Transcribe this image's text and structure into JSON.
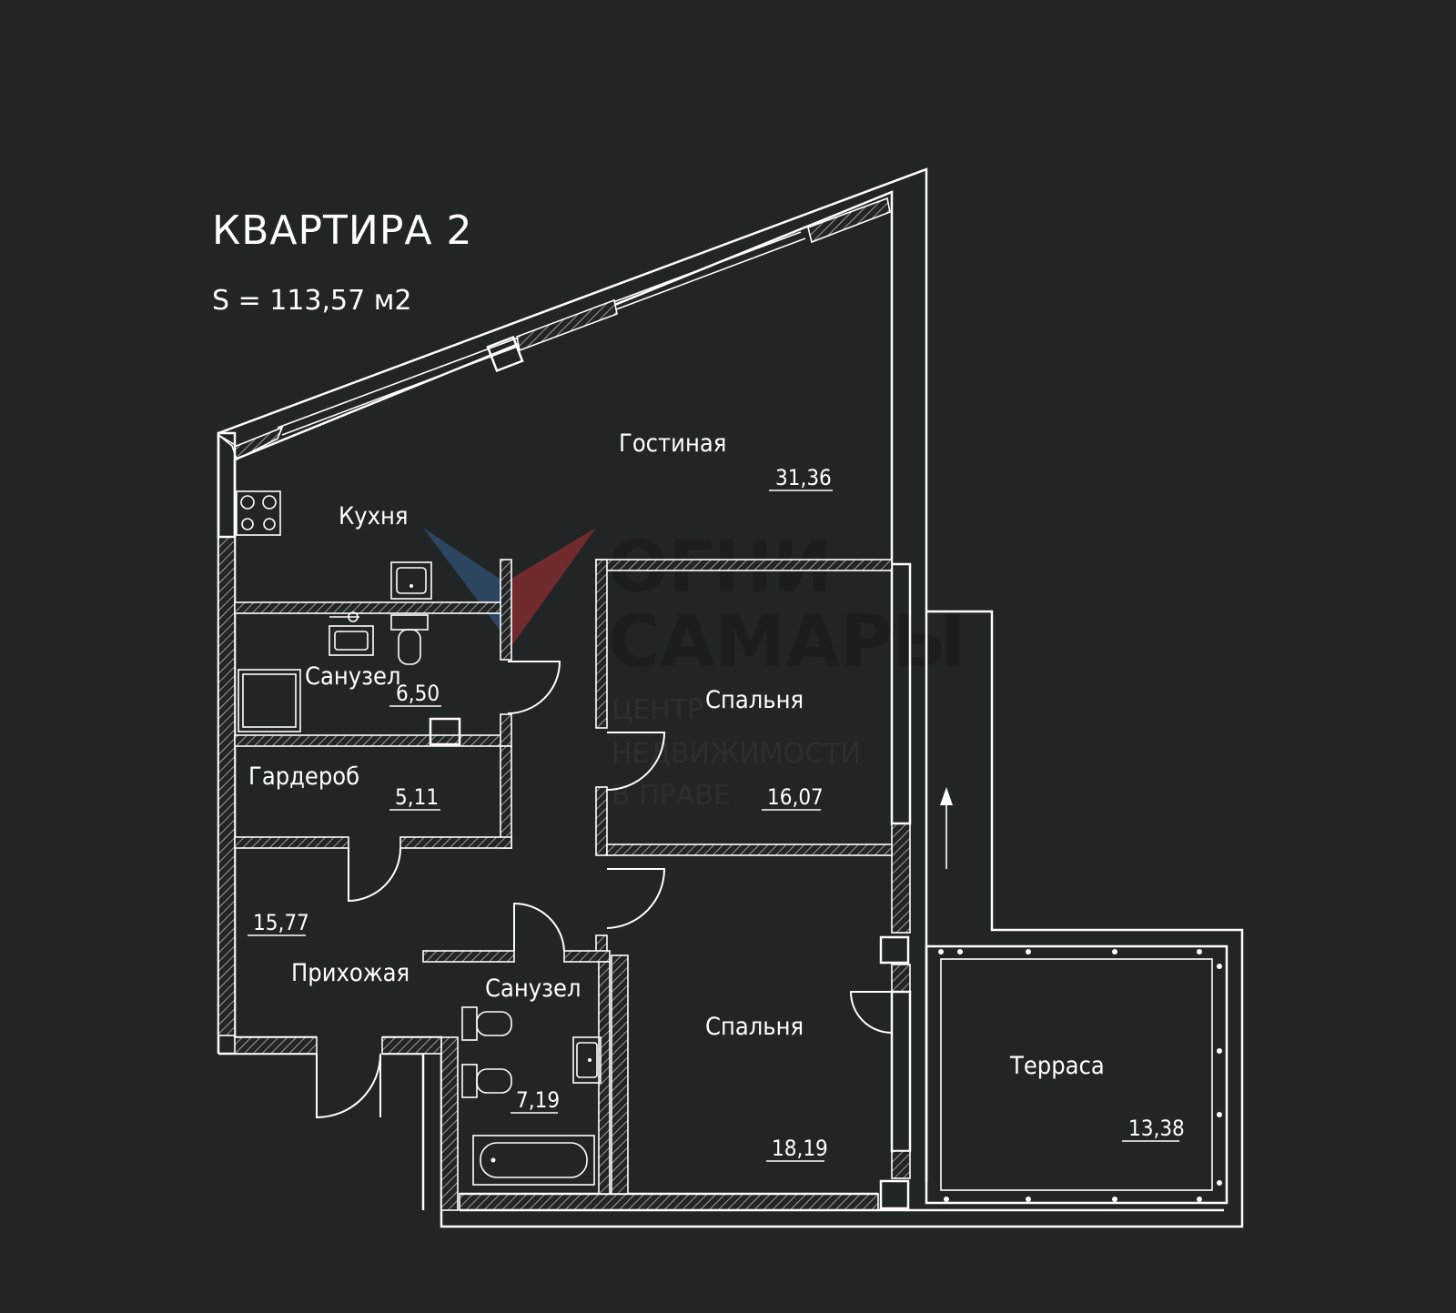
{
  "header": {
    "title": "КВАРТИРА 2",
    "area": "S = 113,57 м2"
  },
  "watermark": {
    "line1": "ОГНИ",
    "line2": "САМАРЫ",
    "line3": "ЦЕНТР",
    "line4": "НЕДВИЖИМОСТИ",
    "line5": "В ПРАВЕ",
    "colors": {
      "blue": "#2e4a66",
      "red": "#7a2b30"
    }
  },
  "rooms": {
    "living": {
      "name": "Гостиная",
      "area": "31,36"
    },
    "kitchen": {
      "name": "Кухня"
    },
    "bath1": {
      "name": "Санузел",
      "area": "6,50"
    },
    "wardrobe": {
      "name": "Гардероб",
      "area": "5,11"
    },
    "hall": {
      "name": "Прихожая",
      "area": "15,77"
    },
    "bedroom1": {
      "name": "Спальня",
      "area": "16,07"
    },
    "bedroom2": {
      "name": "Спальня",
      "area": "18,19"
    },
    "bath2": {
      "name": "Санузел",
      "area": "7,19"
    },
    "terrace": {
      "name": "Терраса",
      "area": "13,38"
    }
  },
  "colors": {
    "background": "#222526",
    "lines": "#ffffff"
  },
  "icons": [
    "stove-icon",
    "sink-icon",
    "toilet-icon",
    "shower-icon",
    "bathtub-icon",
    "arrow-up-icon"
  ]
}
